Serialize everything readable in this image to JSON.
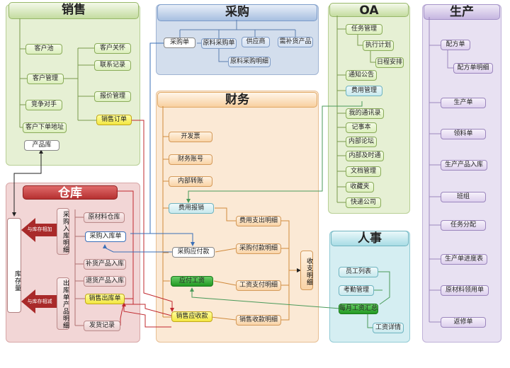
{
  "sales": {
    "title": "销售",
    "customer_pool": "客户池",
    "customer_mgmt": "客户管理",
    "competitor": "竞争对手",
    "customer_order_addr": "客户下单地址",
    "product_lib": "产品库",
    "customer_care": "客户关怀",
    "contact_record": "联系记录",
    "quote_mgmt": "报价管理",
    "sales_order": "销售订单"
  },
  "purchase": {
    "title": "采购",
    "purchase_order": "采购单",
    "raw_purchase": "原料采购单",
    "supplier": "供应商",
    "restock_product": "需补货产品",
    "raw_purchase_detail": "原料采购明细"
  },
  "oa": {
    "title": "OA",
    "task_mgmt": "任务管理",
    "exec_plan": "执行计划",
    "schedule": "日程安排",
    "notice": "通知公告",
    "expense_mgmt": "费用管理",
    "my_contacts": "我的通讯录",
    "notebook": "记事本",
    "forum": "内部论坛",
    "im": "内部及时通",
    "doc_mgmt": "文档管理",
    "favorites": "收藏夹",
    "shortcuts": "快递公司"
  },
  "production": {
    "title": "生产",
    "formula": "配方单",
    "formula_detail": "配方单明细",
    "production_order": "生产单",
    "material_requisition": "领料单",
    "product_inbound": "生产产品入库",
    "team": "班组",
    "task_assign": "任务分配",
    "progress": "生产单进度表",
    "material_use": "原材料领用单",
    "repair": "返修单"
  },
  "finance": {
    "title": "财务",
    "invoice": "开发票",
    "account": "财务账号",
    "transfer": "内部转账",
    "expense_reimburse": "费用报销",
    "expense_detail": "费用支出明细",
    "purchase_payable": "采购应付款",
    "purchase_pay_detail": "采购付款明细",
    "wage_payable": "应付工资",
    "wage_pay_detail": "工资支付明细",
    "sales_receivable": "销售应收款",
    "sales_receipt_detail": "销售收款明细",
    "income_expense_detail": "收支明细"
  },
  "warehouse": {
    "title": "仓库",
    "stock": "库存量",
    "inbound_detail": "采购入库明细",
    "outbound_detail": "出库单产品明细",
    "stock_add": "与库存相加",
    "stock_sub": "与库存相减",
    "raw_warehouse": "原材料仓库",
    "purchase_inbound": "采购入库单",
    "restock_inbound": "补货产品入库",
    "return_inbound": "退货产品入库",
    "sales_outbound": "销售出库单",
    "shipping_record": "发货记录"
  },
  "hr": {
    "title": "人事",
    "employee_list": "员工列表",
    "attendance": "考勤管理",
    "monthly_wage": "每月工资汇总",
    "wage_detail": "工资详情"
  },
  "colors": {
    "sales_panel": "#e6f0d4",
    "purchase_panel": "#d3deed",
    "oa_panel": "#e6f0d4",
    "production_panel": "#e8e1f2",
    "finance_panel": "#fbe9d5",
    "warehouse_panel": "#f2d6d6",
    "hr_panel": "#d5eef2",
    "red_line": "#c0282e",
    "blue_line": "#3a6fb7",
    "green_line": "#4a9a5a",
    "orange_line": "#d08a3c"
  }
}
